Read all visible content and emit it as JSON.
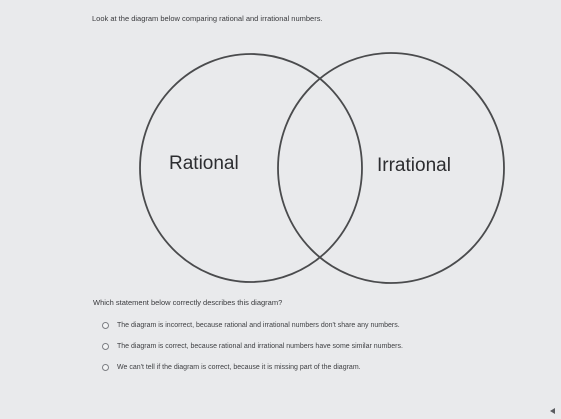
{
  "prompt": "Look at the diagram below comparing rational and irrational numbers.",
  "diagram": {
    "left_label": "Rational",
    "right_label": "Irrational"
  },
  "question": "Which statement below correctly describes this diagram?",
  "options": [
    {
      "label": "The diagram is incorrect, because rational and irrational numbers don't share any numbers.",
      "selected": false
    },
    {
      "label": "The diagram is correct, because rational and irrational numbers have some similar numbers.",
      "selected": false
    },
    {
      "label": "We can't tell if the diagram is correct, because it is missing part of the diagram.",
      "selected": false
    }
  ],
  "icons": {
    "corner": "triangle-left-icon",
    "radio": "radio-unchecked-icon"
  }
}
